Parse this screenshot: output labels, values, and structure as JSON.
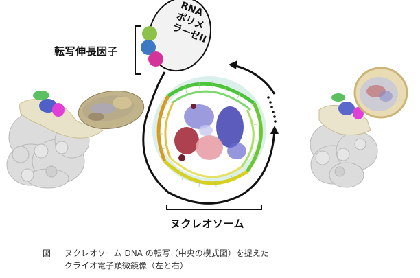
{
  "labels": {
    "elongation_factor": "転写伸長因子",
    "rna_polymerase_line1": "RNA",
    "rna_polymerase_line2": "ポリメ",
    "rna_polymerase_line3": "ラーゼII",
    "nucleosome": "ヌクレオソーム"
  },
  "caption": {
    "figure_mark": "図",
    "line1": "ヌクレオソーム DNA の転写（中央の模式図）を捉えた",
    "line2": "クライオ電子顕微鏡像（左と右）"
  },
  "colors": {
    "factor_green": "#8dc14a",
    "factor_blue": "#3d78c4",
    "factor_magenta": "#d4349a",
    "ellipse_fill": "#f2f2f2",
    "line": "#111111",
    "dna_green": "#4cc43a",
    "dna_yellow": "#d8d020",
    "dna_orange": "#d99a20",
    "histone_blue": "#4a4ab8",
    "histone_red": "#a02030",
    "histone_pink": "#e8a0a8",
    "density_gray": "#d8d8d8",
    "density_tan": "#c9b98a"
  }
}
